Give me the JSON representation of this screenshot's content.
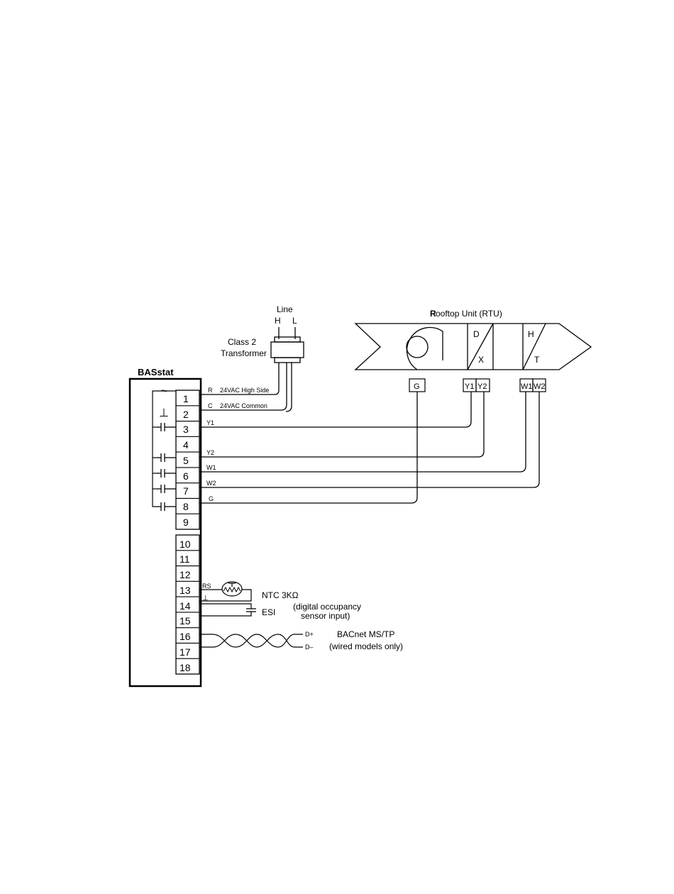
{
  "controller": {
    "title": "BASstat",
    "ac_symbol": "~",
    "ground_symbol": "⊥",
    "terminals": [
      "1",
      "2",
      "3",
      "4",
      "5",
      "6",
      "7",
      "8",
      "9",
      "10",
      "11",
      "12",
      "13",
      "14",
      "15",
      "16",
      "17",
      "18"
    ]
  },
  "power": {
    "line_title": "Line",
    "line_h": "H",
    "line_l": "L",
    "transformer_line1": "Class 2",
    "transformer_line2": "Transformer"
  },
  "wires": {
    "r_tag": "R",
    "r_desc": "24VAC High Side",
    "c_tag": "C",
    "c_desc": "24VAC Common",
    "y1": "Y1",
    "y2": "Y2",
    "w1": "W1",
    "w2": "W2",
    "g": "G"
  },
  "rtu": {
    "title_bold": "R",
    "title_rest": "ooftop Unit (RTU)",
    "dx_top": "D",
    "dx_bottom": "X",
    "ht_top": "H",
    "ht_bottom": "T",
    "term_g": "G",
    "term_y1": "Y1",
    "term_y2": "Y2",
    "term_w1": "W1",
    "term_w2": "W2"
  },
  "sensor": {
    "rs_tag": "RS",
    "gnd_tag": "⊥",
    "ntc_label": "NTC 3KΩ",
    "esi_label": "ESI",
    "esi_desc1": "(digital occupancy",
    "esi_desc2": "sensor input)"
  },
  "network": {
    "dplus": "D+",
    "dminus": "D–",
    "title": "BACnet MS/TP",
    "subtitle": "(wired models only)"
  }
}
